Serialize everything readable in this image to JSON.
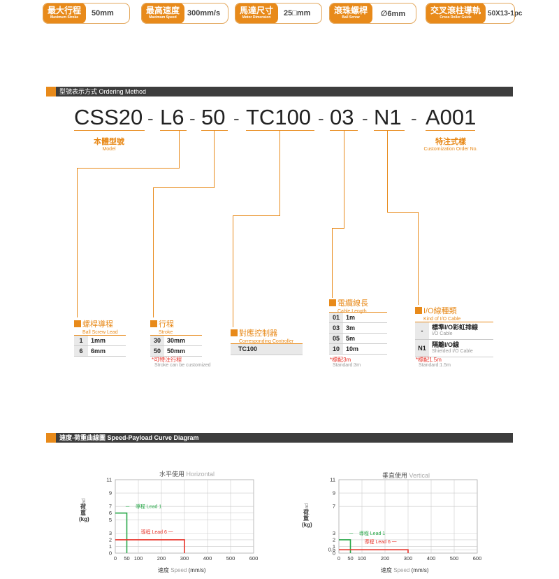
{
  "specs": [
    {
      "zh": "最大行程",
      "en": "Maximum Stroke",
      "value": "50mm"
    },
    {
      "zh": "最高速度",
      "en": "Maximum Speed",
      "value": "300mm/s"
    },
    {
      "zh": "馬達尺寸",
      "en": "Motor Dimension",
      "value": "25□mm"
    },
    {
      "zh": "滾珠螺桿",
      "en": "Ball Screw",
      "value": "∅6mm"
    },
    {
      "zh": "交叉滾柱導軌",
      "en": "Cross Roller Guide",
      "value": "50X13-1pc"
    }
  ],
  "ordering": {
    "title": "型號表示方式 Ordering Method",
    "code": {
      "p0": "CSS20",
      "p1": "L6",
      "p2": "50",
      "p3": "TC100",
      "p4": "03",
      "p5": "N1",
      "p6": "A001",
      "dash": "-"
    },
    "model": {
      "zh": "本體型號",
      "en": "Model"
    },
    "custom": {
      "zh": "特注式樣",
      "en": "Customization Order No."
    },
    "lead": {
      "zh": "螺桿導程",
      "en": "Ball Screw Lead",
      "rows": [
        [
          "1",
          "1mm"
        ],
        [
          "6",
          "6mm"
        ]
      ]
    },
    "stroke": {
      "zh": "行程",
      "en": "Stroke",
      "rows": [
        [
          "30",
          "30mm"
        ],
        [
          "50",
          "50mm"
        ]
      ],
      "note": "*可特注行程",
      "note_en": "Stroke can be customized"
    },
    "controller": {
      "zh": "對應控制器",
      "en": "Corresponding Controller",
      "value": "TC100"
    },
    "cable": {
      "zh": "電纜線長",
      "en": "Cable Length",
      "rows": [
        [
          "01",
          "1m"
        ],
        [
          "03",
          "3m"
        ],
        [
          "05",
          "5m"
        ],
        [
          "10",
          "10m"
        ]
      ],
      "note": "*標配3m",
      "note_en": "Standard:3m"
    },
    "io": {
      "zh": "I/O線種類",
      "en": "Kind of I/O Cable",
      "rows": [
        {
          "k": "-",
          "zh": "標準I/O彩虹排線",
          "en": "I/O Cable"
        },
        {
          "k": "N1",
          "zh": "隔離I/O線",
          "en": "Shielded I/O Cable"
        }
      ],
      "note": "*標配1.5m",
      "note_en": "Standard:1.5m"
    }
  },
  "curve": {
    "title": "速度-荷重曲線圖  Speed-Payload Curve Diagram",
    "ylabel_zh": "荷重(kg)",
    "ylabel_en": "Payload",
    "xlabel_zh": "速度",
    "xlabel_en": "Speed",
    "xlabel_unit": "(mm/s)"
  },
  "chart_data": [
    {
      "type": "line",
      "title": "水平使用 Horizontal",
      "title_zh": "水平使用",
      "title_en": "Horizontal",
      "xticks": [
        0,
        50,
        100,
        200,
        300,
        400,
        500,
        600
      ],
      "yticks": [
        0,
        1,
        2,
        3,
        5,
        6,
        7,
        9,
        11
      ],
      "xlim": [
        0,
        600
      ],
      "ylim": [
        0,
        11
      ],
      "series": [
        {
          "name": "導程 Lead 1",
          "color": "#2aa84a",
          "x": [
            0,
            50,
            50
          ],
          "y": [
            6,
            6,
            0
          ]
        },
        {
          "name": "導程 Lead 6",
          "color": "#e8332a",
          "x": [
            0,
            300,
            300
          ],
          "y": [
            2,
            2,
            0
          ]
        }
      ]
    },
    {
      "type": "line",
      "title": "垂直使用 Vertical",
      "title_zh": "垂直使用",
      "title_en": "Vertical",
      "xticks": [
        0,
        50,
        100,
        200,
        300,
        400,
        500,
        600
      ],
      "yticks": [
        0,
        0.5,
        1,
        2,
        3,
        7,
        9,
        11
      ],
      "xlim": [
        0,
        600
      ],
      "ylim": [
        0,
        11
      ],
      "series": [
        {
          "name": "導程 Lead 1",
          "color": "#2aa84a",
          "x": [
            0,
            50,
            50
          ],
          "y": [
            2,
            2,
            0
          ]
        },
        {
          "name": "導程 Lead 6",
          "color": "#e8332a",
          "x": [
            0,
            300,
            300
          ],
          "y": [
            0.5,
            0.5,
            0
          ]
        }
      ]
    }
  ]
}
